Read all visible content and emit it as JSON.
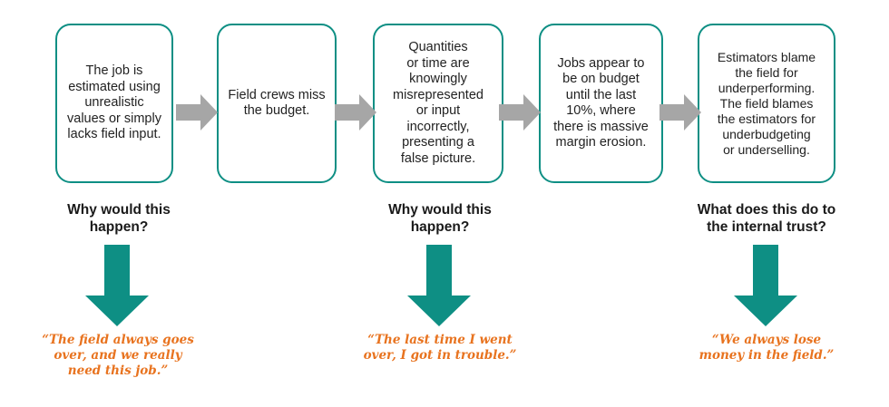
{
  "boxes": [
    {
      "lines": [
        "The job is",
        "estimated using",
        "unrealistic",
        "values or simply",
        "lacks field input."
      ]
    },
    {
      "lines": [
        "Field crews miss",
        "the budget."
      ]
    },
    {
      "lines": [
        "Quantities",
        "or time are",
        "knowingly",
        "misrepresented",
        "or input",
        "incorrectly,",
        "presenting a",
        "false picture."
      ]
    },
    {
      "lines": [
        "Jobs appear to",
        "be on budget",
        "until the last",
        "10%, where",
        "there is massive",
        "margin erosion."
      ]
    },
    {
      "lines": [
        "Estimators blame",
        "the field for",
        "underperforming.",
        "The field blames",
        "the estimators for",
        "underbudgeting",
        "or underselling."
      ]
    }
  ],
  "questions": [
    {
      "lines": [
        "Why would this",
        "happen?"
      ]
    },
    {
      "lines": [
        "Why would this",
        "happen?"
      ]
    },
    {
      "lines": [
        "What does this do to",
        "the internal trust?"
      ]
    }
  ],
  "quotes": [
    {
      "lines": [
        "“The field always goes",
        "over, and we really",
        "need this job.”"
      ]
    },
    {
      "lines": [
        "“The last time I went",
        "over, I got in trouble.”"
      ]
    },
    {
      "lines": [
        "“We always lose",
        "money in the field.”"
      ]
    }
  ],
  "colors": {
    "box_border": "#0e8f84",
    "down_arrow": "#0e8f84",
    "right_arrow": "#a6a6a6",
    "quote_text": "#e8731f"
  }
}
